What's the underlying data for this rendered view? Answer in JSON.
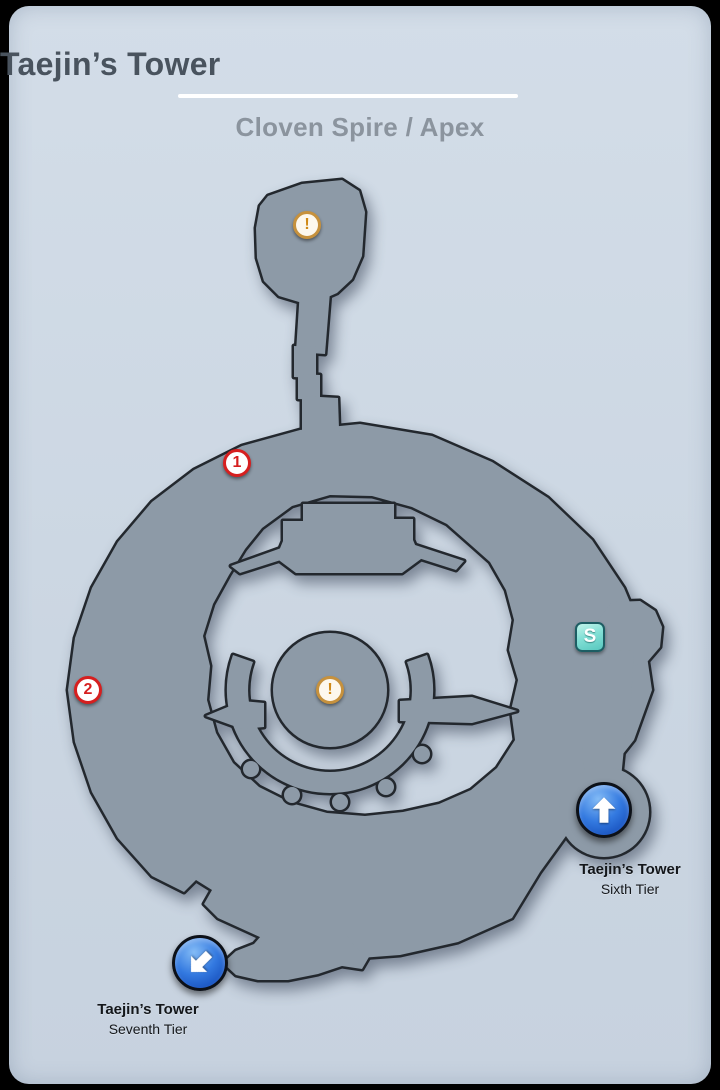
{
  "header": {
    "title": "Taejin’s Tower",
    "subtitle": "Cloven Spire / Apex"
  },
  "markers": {
    "numbered": [
      {
        "label": "1"
      },
      {
        "label": "2"
      }
    ],
    "exclamation": [
      {
        "glyph": "!",
        "location": "upper-chamber"
      },
      {
        "glyph": "!",
        "location": "central-hub"
      }
    ],
    "save_station": {
      "glyph": "S"
    }
  },
  "exits": [
    {
      "direction": "up",
      "title": "Taejin’s Tower",
      "subtitle": "Sixth Tier"
    },
    {
      "direction": "down-left",
      "title": "Taejin’s Tower",
      "subtitle": "Seventh Tier"
    }
  ],
  "colors": {
    "card_bg": "#ccd7e3",
    "map_fill": "#8d9aa7",
    "map_outline": "#23282e",
    "marker_red": "#d61f1f",
    "marker_gold": "#c6913d",
    "exclaim_orange": "#d08a18",
    "save_teal": "#7ddcd3",
    "exit_blue": "#1a62c8",
    "title_color": "#49535e",
    "subtitle_color": "#8b949e"
  }
}
